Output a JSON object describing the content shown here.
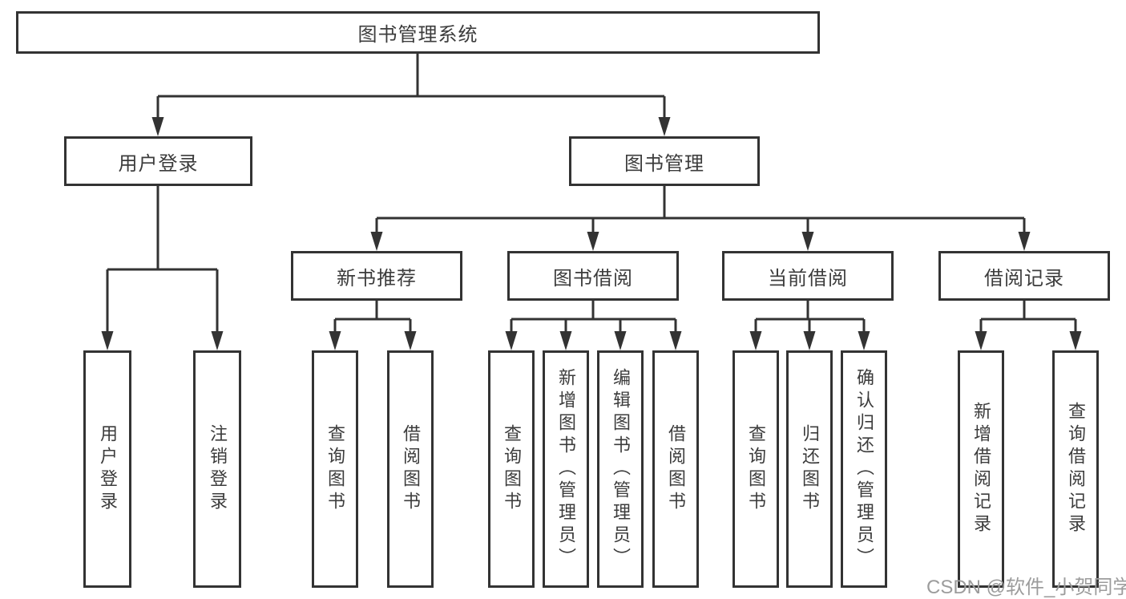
{
  "diagram_title": "图书管理系统",
  "colors": {
    "line": "#333333",
    "text": "#3c3c3c",
    "background": "#ffffff",
    "watermark": "#9c9c9c"
  },
  "tree": {
    "root": "图书管理系统",
    "level2": [
      "用户登录",
      "图书管理"
    ],
    "level3": [
      "新书推荐",
      "图书借阅",
      "当前借阅",
      "借阅记录"
    ],
    "leaves": {
      "user_login": [
        "用户登录",
        "注销登录"
      ],
      "new_books": [
        "查询图书",
        "借阅图书"
      ],
      "book_borrow": [
        "查询图书",
        "新增图书（管理员）",
        "编辑图书（管理员）",
        "借阅图书"
      ],
      "current_borrow": [
        "查询图书",
        "归还图书",
        "确认归还（管理员）"
      ],
      "borrow_records": [
        "新增借阅记录",
        "查询借阅记录"
      ]
    }
  },
  "watermark": {
    "text": "CSDN @软件_小贺同学"
  }
}
